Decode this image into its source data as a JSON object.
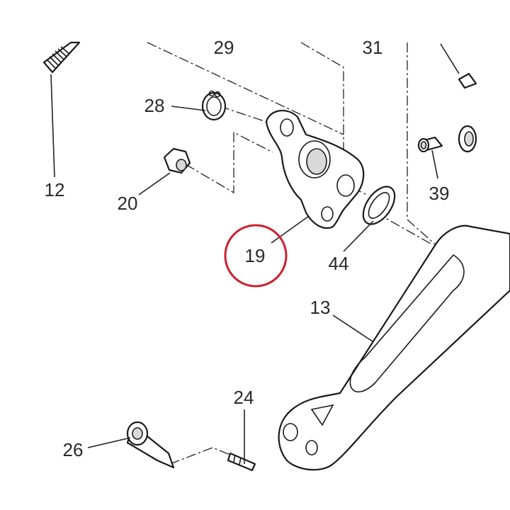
{
  "diagram": {
    "highlight_color": "#cc1f2e",
    "highlighted_part": "19",
    "labels": {
      "p12": "12",
      "p13": "13",
      "p19": "19",
      "p20": "20",
      "p24": "24",
      "p26": "26",
      "p28": "28",
      "p29": "29",
      "p31": "31",
      "p39": "39",
      "p44": "44"
    }
  }
}
